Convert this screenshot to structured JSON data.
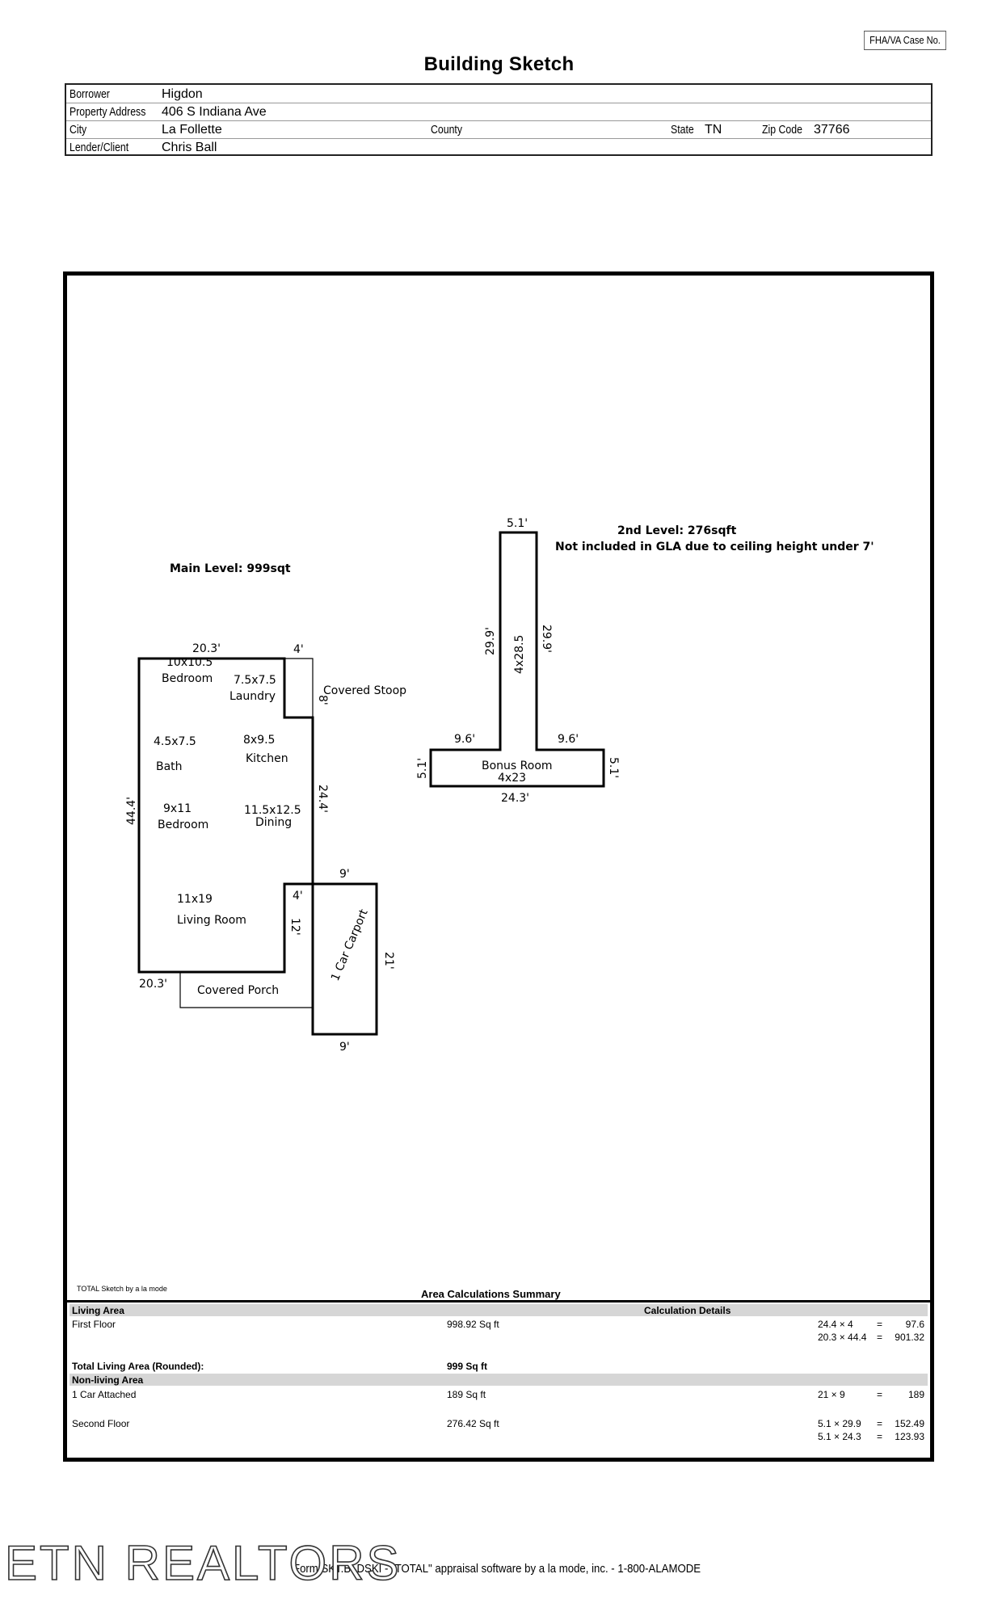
{
  "case_label": "FHA/VA Case No.",
  "title": "Building Sketch",
  "header": {
    "borrower_label": "Borrower",
    "borrower": "Higdon",
    "address_label": "Property Address",
    "address": "406 S Indiana Ave",
    "city_label": "City",
    "city": "La Follette",
    "county_label": "County",
    "county": "",
    "state_label": "State",
    "state": "TN",
    "zip_label": "Zip Code",
    "zip": "37766",
    "lender_label": "Lender/Client",
    "lender": "Chris Ball"
  },
  "sketch": {
    "main_level": "Main Level: 999sqt",
    "second_level": "2nd Level: 276sqft",
    "second_note": "Not included in GLA due to ceiling height under 7'",
    "rooms": {
      "bedroom1_dim": "10x10.5",
      "bedroom1": "Bedroom",
      "laundry_dim": "7.5x7.5",
      "laundry": "Laundry",
      "bath_dim": "4.5x7.5",
      "bath": "Bath",
      "kitchen_dim": "8x9.5",
      "kitchen": "Kitchen",
      "bedroom2_dim": "9x11",
      "bedroom2": "Bedroom",
      "dining_dim": "11.5x12.5",
      "dining": "Dining",
      "living_dim": "11x19",
      "living": "Living Room",
      "covered_stoop": "Covered Stoop",
      "covered_porch": "Covered Porch",
      "carport": "1 Car Carport",
      "bonus": "Bonus Room",
      "bonus_dim": "4x23",
      "bonus_stem_dim": "4x28.5"
    },
    "dims": {
      "top_width": "20.3'",
      "stoop_w": "4'",
      "stoop_h": "8'",
      "right_side": "24.4'",
      "left_side": "44.4'",
      "notch_w": "4'",
      "notch_h": "12'",
      "bottom_width": "20.3'",
      "carport_top": "9'",
      "carport_bottom": "9'",
      "carport_side": "21'",
      "stem_top": "5.1'",
      "stem_left": "29.9'",
      "stem_right": "29.9'",
      "wing_left": "9.6'",
      "wing_right": "9.6'",
      "bar_left": "5.1'",
      "bar_right": "5.1'",
      "bar_bottom": "24.3'"
    }
  },
  "sketch_credit": "TOTAL Sketch by a la mode",
  "summary": {
    "title": "Area Calculations Summary",
    "living_area_label": "Living Area",
    "calc_details_label": "Calculation Details",
    "first_floor_label": "First Floor",
    "first_floor_value": "998.92 Sq ft",
    "first_calc": [
      {
        "expr": "24.4 × 4",
        "eq": "=",
        "result": "97.6"
      },
      {
        "expr": "20.3 × 44.4",
        "eq": "=",
        "result": "901.32"
      }
    ],
    "total_label": "Total Living Area (Rounded):",
    "total_value": "999 Sq ft",
    "non_living_label": "Non-living Area",
    "carport_label": "1 Car Attached",
    "carport_value": "189 Sq ft",
    "carport_calc": [
      {
        "expr": "21 × 9",
        "eq": "=",
        "result": "189"
      }
    ],
    "second_label": "Second Floor",
    "second_value": "276.42 Sq ft",
    "second_calc": [
      {
        "expr": "5.1 × 29.9",
        "eq": "=",
        "result": "152.49"
      },
      {
        "expr": "5.1 × 24.3",
        "eq": "=",
        "result": "123.93"
      }
    ]
  },
  "watermark": "ETN REALTORS",
  "footer": "Form SKT.BLDSKI - \"TOTAL\" appraisal software by a la mode, inc. - 1-800-ALAMODE"
}
